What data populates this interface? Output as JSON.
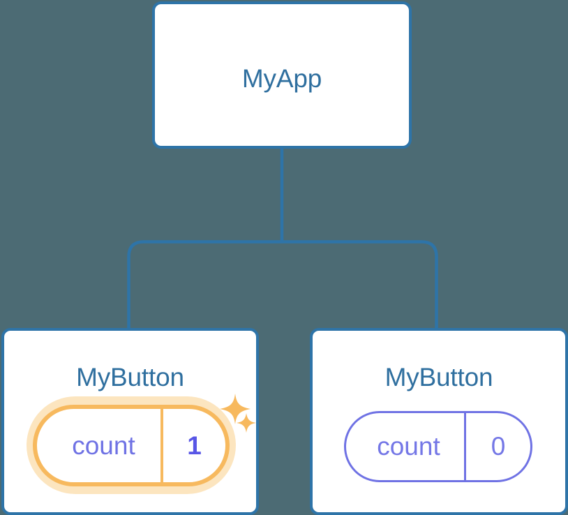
{
  "diagram": {
    "type": "component-tree",
    "background_color": "#4c6b74",
    "node_border_color": "#2e74a8",
    "node_fill_color": "#ffffff",
    "edge_color": "#2e74a8",
    "title_color": "#2f6f9f",
    "state_text_color": "#6f72e4",
    "highlight_color": "#f7b95e",
    "highlight_glow_color": "#fbe0b4"
  },
  "root": {
    "label": "MyApp"
  },
  "children": [
    {
      "label": "MyButton",
      "state": {
        "key": "count",
        "value": "1"
      },
      "highlighted": true,
      "sparkles": [
        {
          "name": "sparkle-big"
        },
        {
          "name": "sparkle-small"
        }
      ]
    },
    {
      "label": "MyButton",
      "state": {
        "key": "count",
        "value": "0"
      },
      "highlighted": false
    }
  ]
}
